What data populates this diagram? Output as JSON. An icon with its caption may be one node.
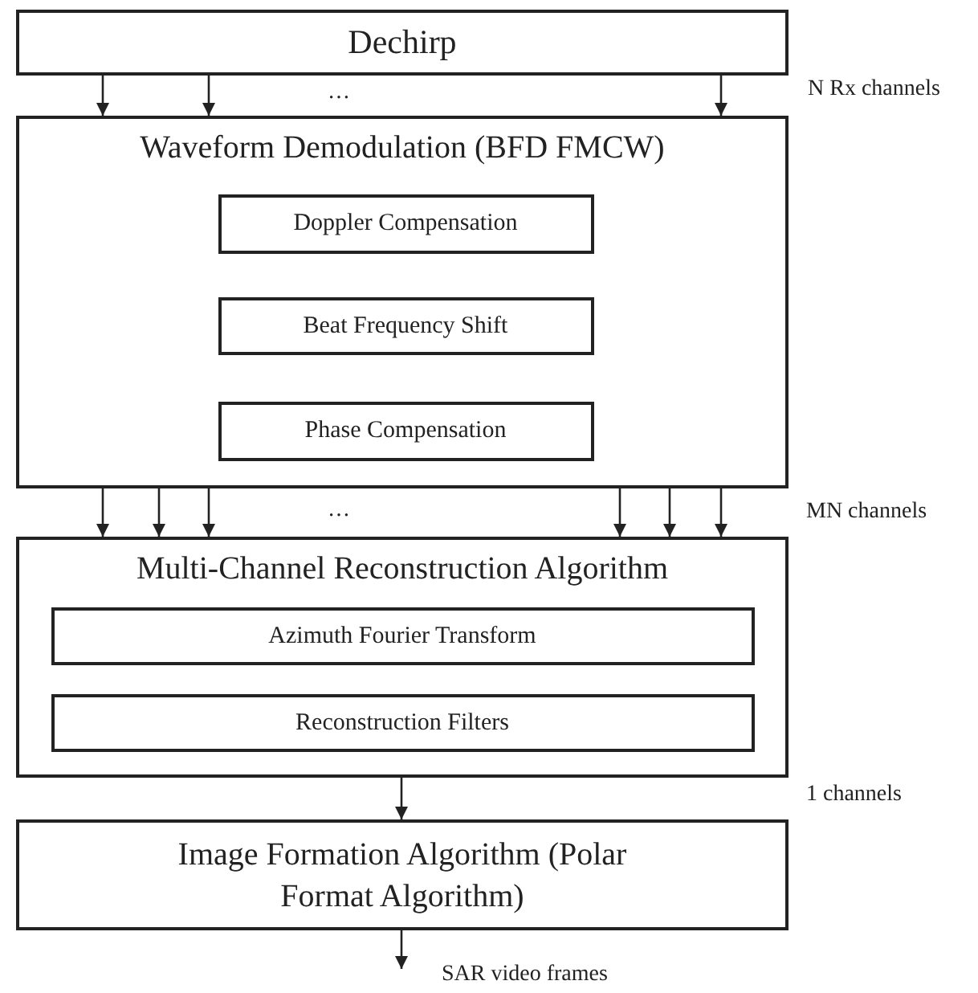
{
  "diagram": {
    "nodes": [
      {
        "text": [
          "Dechirp"
        ]
      },
      {
        "text": [
          "Waveform Demodulation (BFD FMCW)"
        ]
      },
      {
        "text": [
          "Doppler Compensation"
        ],
        "in": 1
      },
      {
        "text": [
          "Beat Frequency Shift"
        ],
        "in": 1
      },
      {
        "text": [
          "Phase Compensation"
        ],
        "in": 1
      },
      {
        "text": [
          "Multi-Channel Reconstruction Algorithm"
        ]
      },
      {
        "text": [
          "Azimuth Fourier Transform"
        ],
        "in": 5
      },
      {
        "text": [
          "Reconstruction Filters"
        ],
        "in": 5
      },
      {
        "text": [
          "Image Formation Algorithm (Polar Format Algorithm)"
        ]
      }
    ],
    "edges": [
      {
        "from": 0,
        "to": 1,
        "arrow": "to"
      },
      {
        "from": 0,
        "to": 1,
        "arrow": "to"
      },
      {
        "from": 0,
        "to": 1,
        "arrow": "to"
      },
      {
        "from": 1,
        "to": 5,
        "arrow": "to"
      },
      {
        "from": 1,
        "to": 5,
        "arrow": "to"
      },
      {
        "from": 1,
        "to": 5,
        "arrow": "to"
      },
      {
        "from": 1,
        "to": 5,
        "arrow": "to"
      },
      {
        "from": 1,
        "to": 5,
        "arrow": "to"
      },
      {
        "from": 1,
        "to": 5,
        "arrow": "to"
      },
      {
        "from": 5,
        "to": 8,
        "arrow": "to"
      },
      {
        "from": 8,
        "to": null,
        "arrow": "to",
        "label": "SAR video frames"
      }
    ],
    "labels": [
      "…",
      "N Rx channels",
      "…",
      "MN channels",
      "1 channels"
    ]
  }
}
